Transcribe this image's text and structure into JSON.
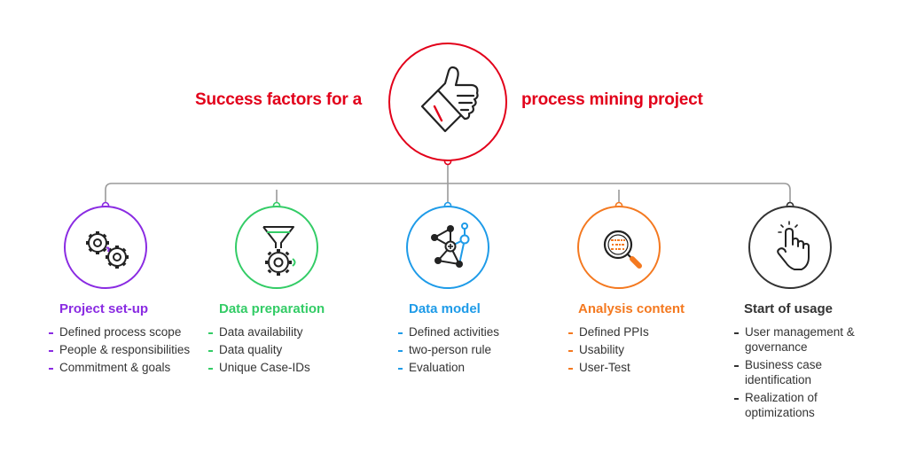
{
  "title": {
    "left": "Success factors for a",
    "right": "process mining project"
  },
  "colors": {
    "accent": "#e2001a",
    "connector": "#9a9a9a"
  },
  "hub_icon": "thumbs-up-icon",
  "factors": [
    {
      "title": "Project set-up",
      "color": "#8a2be2",
      "icon": "gears-icon",
      "items": [
        "Defined process scope",
        "People & responsibilities",
        "Commitment & goals"
      ]
    },
    {
      "title": "Data preparation",
      "color": "#33cc66",
      "icon": "funnel-gear-icon",
      "items": [
        "Data availability",
        "Data quality",
        "Unique Case-IDs"
      ]
    },
    {
      "title": "Data model",
      "color": "#1e9be8",
      "icon": "network-icon",
      "items": [
        "Defined activities",
        "two-person rule",
        "Evaluation"
      ]
    },
    {
      "title": "Analysis content",
      "color": "#f47920",
      "icon": "magnifier-icon",
      "items": [
        "Defined PPIs",
        "Usability",
        "User-Test"
      ]
    },
    {
      "title": "Start of usage",
      "color": "#333333",
      "icon": "pointer-hand-icon",
      "items": [
        "User management & governance",
        "Business case identification",
        "Realization of optimizations"
      ]
    }
  ]
}
